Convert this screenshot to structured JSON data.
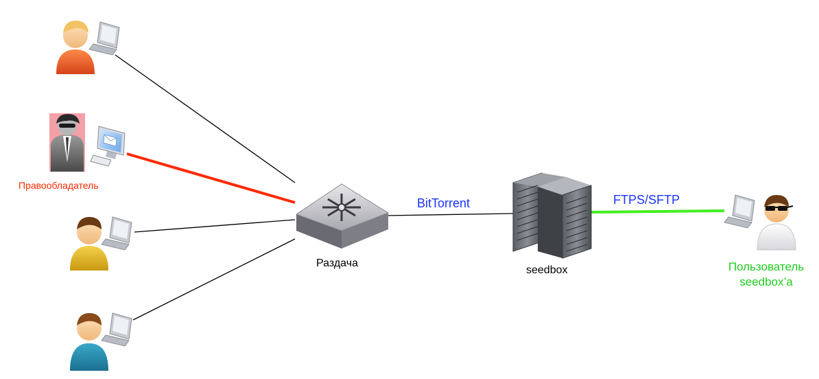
{
  "labels": {
    "rights_holder": "Правообладатель",
    "hub": "Раздача",
    "bittorrent": "BitTorrent",
    "ftps_sftp": "FTPS/SFTP",
    "seedbox": "seedbox",
    "seedbox_user_line1": "Пользователь",
    "seedbox_user_line2": "seedbox’a"
  },
  "colors": {
    "rights_holder": "#ff2a00",
    "protocol": "#1a33ff",
    "seedbox_user": "#22cc22",
    "link_default": "#000000",
    "link_rights_holder": "#ff2a00",
    "link_ftps": "#44ee22",
    "rights_holder_highlight": "#f3a0a8"
  },
  "icons": {
    "peer_1": "person-orange-icon",
    "peer_2": "person-yellow-icon",
    "peer_3": "person-teal-icon",
    "rights_holder": "person-agent-icon",
    "laptop": "laptop-icon",
    "monitor": "desktop-mail-icon",
    "hub": "network-switch-icon",
    "seedbox": "server-rack-icon",
    "seedbox_user": "person-sunglasses-icon"
  }
}
